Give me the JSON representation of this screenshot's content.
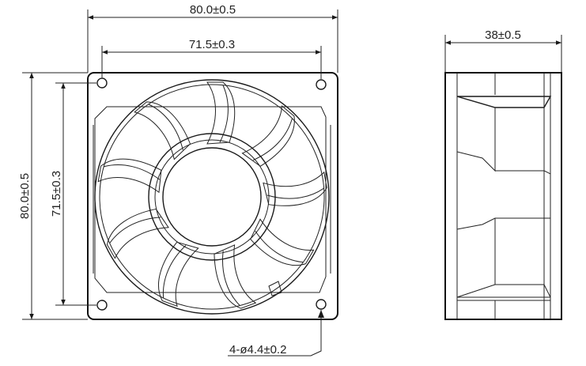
{
  "front_view": {
    "overall_width": "80.0±0.5",
    "hole_spacing_width": "71.5±0.3",
    "overall_height": "80.0±0.5",
    "hole_spacing_height": "71.5±0.3",
    "mounting_holes": "4-ø4.4±0.2"
  },
  "side_view": {
    "depth": "38±0.5"
  }
}
